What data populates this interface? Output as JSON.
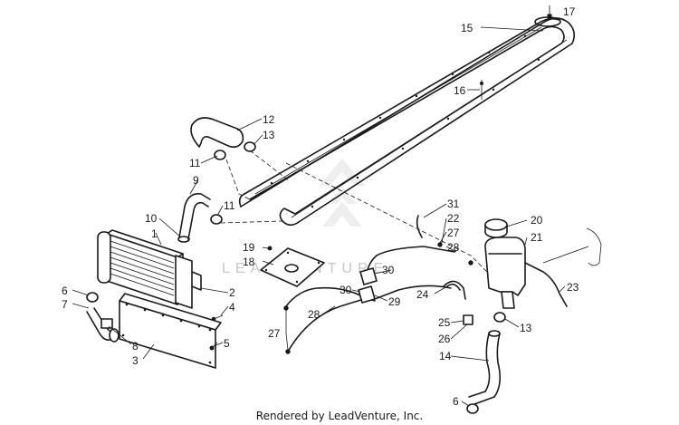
{
  "diagram": {
    "callouts": [
      "1",
      "2",
      "3",
      "4",
      "5",
      "6",
      "7",
      "8",
      "9",
      "10",
      "11",
      "11",
      "12",
      "13",
      "13",
      "14",
      "15",
      "16",
      "17",
      "18",
      "19",
      "20",
      "21",
      "22",
      "23",
      "24",
      "25",
      "26",
      "27",
      "27",
      "28",
      "28",
      "29",
      "30",
      "30",
      "31",
      "6"
    ],
    "watermark": "LEADVENTURE",
    "footer": "Rendered by LeadVenture, Inc."
  }
}
